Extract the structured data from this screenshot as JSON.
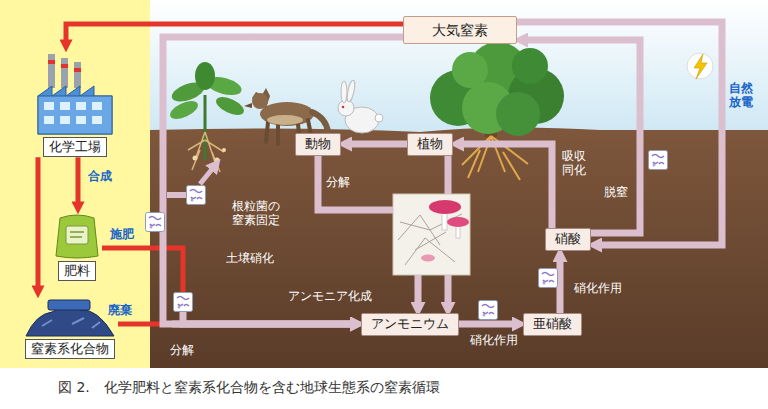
{
  "diagram": {
    "caption": "図 2.　化学肥料と窒素系化合物を含む地球生態系の窒素循環",
    "nodes": [
      {
        "text": [
          "大気窒素"
        ]
      },
      {
        "text": [
          "化学工場"
        ]
      },
      {
        "text": [
          "肥料"
        ]
      },
      {
        "text": [
          "窒素系化合物"
        ]
      },
      {
        "text": [
          "動物"
        ]
      },
      {
        "text": [
          "植物"
        ]
      },
      {
        "text": [
          "硝酸"
        ]
      },
      {
        "text": [
          "アンモニウム"
        ]
      },
      {
        "text": [
          "亜硝酸"
        ]
      }
    ],
    "edges": [
      {
        "from": 0,
        "to": 1,
        "arrow": "to"
      },
      {
        "from": 1,
        "to": 2,
        "label": "合成",
        "arrow": "to"
      },
      {
        "from": 1,
        "to": 3,
        "arrow": "to"
      },
      {
        "from": 2,
        "to": 7,
        "label": "施肥",
        "arrow": "to"
      },
      {
        "from": 3,
        "to": 7,
        "label": "廃棄",
        "arrow": "to"
      },
      {
        "from": 4,
        "to": 7,
        "label": "分解",
        "arrow": "to"
      },
      {
        "from": 5,
        "to": 7,
        "arrow": "to"
      },
      {
        "from": 5,
        "to": 4,
        "arrow": "to"
      },
      {
        "from": 7,
        "to": 8,
        "label": "硝化作用",
        "arrow": "to"
      },
      {
        "from": 8,
        "to": 6,
        "label": "硝化作用",
        "arrow": "to"
      },
      {
        "from": 6,
        "to": 5,
        "label": "吸収同化",
        "arrow": "to"
      },
      {
        "from": 6,
        "to": 0,
        "label": "脱窒",
        "arrow": "to"
      },
      {
        "from": 0,
        "to": 6,
        "label": "自然放電",
        "arrow": "to"
      },
      {
        "from": 0,
        "to": 7,
        "arrow": "to"
      }
    ],
    "labels": [
      "根粒菌の窒素固定",
      "土壌硝化",
      "アンモニア化成",
      "分解"
    ]
  }
}
